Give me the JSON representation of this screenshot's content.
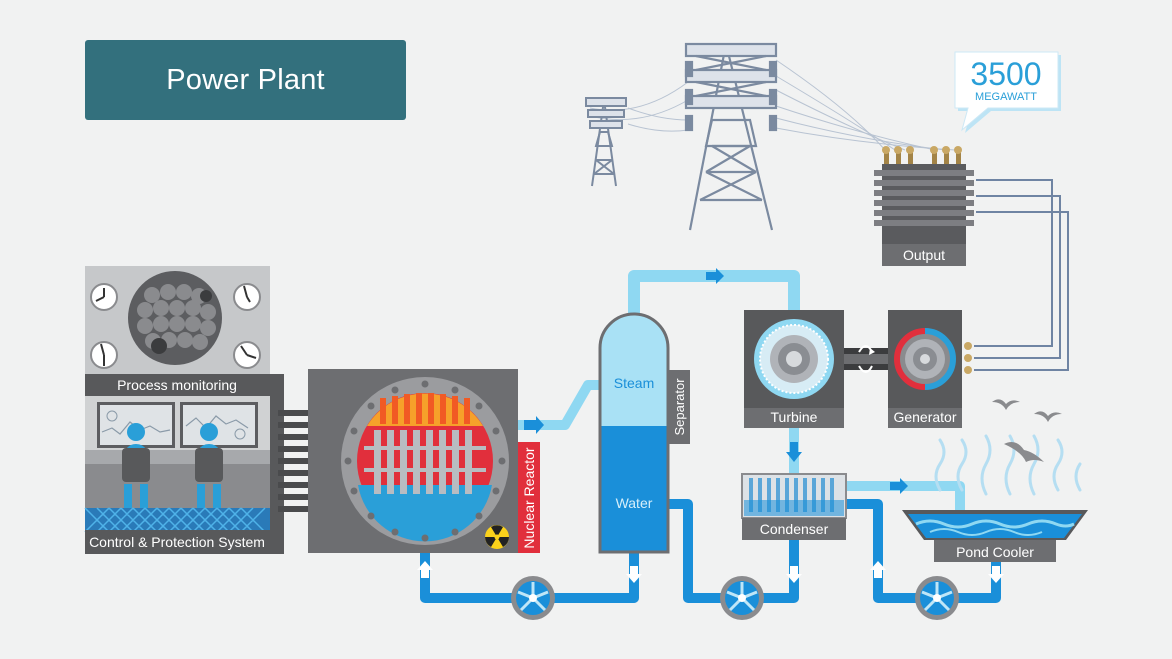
{
  "title": "Power Plant",
  "output_badge": {
    "value": "3500",
    "unit": "MEGAWATT"
  },
  "labels": {
    "output": "Output",
    "process_monitoring": "Process monitoring",
    "control_protection": "Control & Protection System",
    "nuclear_reactor": "Nuclear Reactor",
    "steam": "Steam",
    "water": "Water",
    "separator": "Separator",
    "turbine": "Turbine",
    "generator": "Generator",
    "condenser": "Condenser",
    "pond_cooler": "Pond Cooler"
  },
  "colors": {
    "title_bg": "#33707d",
    "pipe_hot": "#8fd8f2",
    "pipe_cold": "#1a8fd9",
    "label_bar": "#6d6e71",
    "reactor_red": "#e12f3c",
    "tower": "#7b8aa0",
    "badge_blue": "#2a9fd8"
  }
}
